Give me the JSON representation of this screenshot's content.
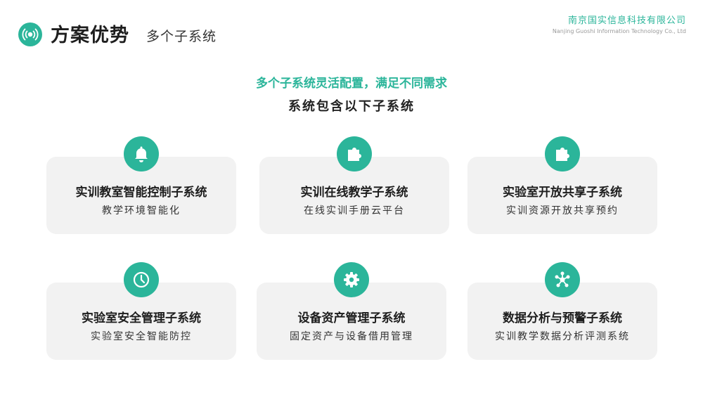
{
  "header": {
    "logo_icon": "broadcast-icon",
    "title_main": "方案优势",
    "title_sub": "多个子系统"
  },
  "company": {
    "name_cn": "南京国实信息科技有限公司",
    "name_en": "Nanjing Guoshi Information Technology Co., Ltd"
  },
  "intro": {
    "headline": "多个子系统灵活配置，满足不同需求",
    "subline": "系统包含以下子系统"
  },
  "colors": {
    "accent": "#2bb59a",
    "card_bg": "#f2f2f2"
  },
  "cards": [
    {
      "icon": "bell-icon",
      "title": "实训教室智能控制子系统",
      "desc": "教学环境智能化"
    },
    {
      "icon": "puzzle-icon",
      "title": "实训在线教学子系统",
      "desc": "在线实训手册云平台"
    },
    {
      "icon": "puzzle-icon",
      "title": "实验室开放共享子系统",
      "desc": "实训资源开放共享预约"
    },
    {
      "icon": "clock-icon",
      "title": "实验室安全管理子系统",
      "desc": "实验室安全智能防控"
    },
    {
      "icon": "gear-icon",
      "title": "设备资产管理子系统",
      "desc": "固定资产与设备借用管理"
    },
    {
      "icon": "network-icon",
      "title": "数据分析与预警子系统",
      "desc": "实训教学数据分析评测系统"
    }
  ]
}
